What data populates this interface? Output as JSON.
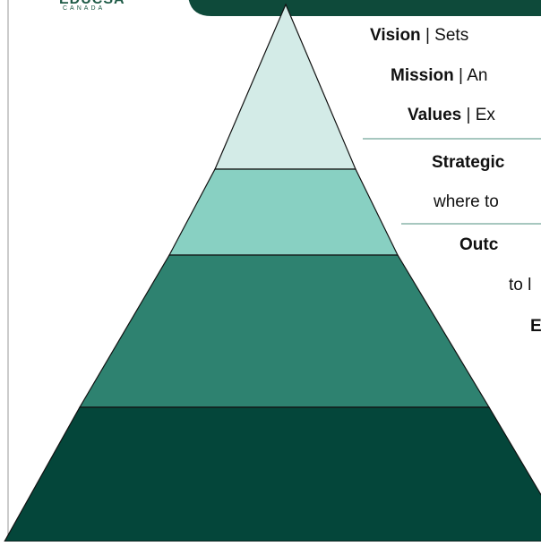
{
  "logo": {
    "wordmark": "EDUCSA",
    "subtitle": "CANADA"
  },
  "colors": {
    "header_bar": "#0e4a3a",
    "tier1": "#d3ebe7",
    "tier2": "#88d0c2",
    "tier3": "#2e8270",
    "tier4": "#04463a",
    "outline": "#111111",
    "divider": "#4f8f7f"
  },
  "pyramid": {
    "tiers": [
      {
        "name": "tier-1"
      },
      {
        "name": "tier-2"
      },
      {
        "name": "tier-3"
      },
      {
        "name": "tier-4"
      }
    ]
  },
  "labels": {
    "vision": {
      "term": "Vision",
      "sep": " | ",
      "text": "Sets"
    },
    "mission": {
      "term": "Mission",
      "sep": " | ",
      "text": "An"
    },
    "values": {
      "term": "Values",
      "sep": " | ",
      "text": "Ex"
    },
    "strategic": {
      "term": "Strategic",
      "rest": ""
    },
    "strategic_desc": "where to",
    "outcomes": {
      "term": "Outc"
    },
    "outcomes_desc": "to l",
    "e_label": {
      "term": "E"
    }
  }
}
